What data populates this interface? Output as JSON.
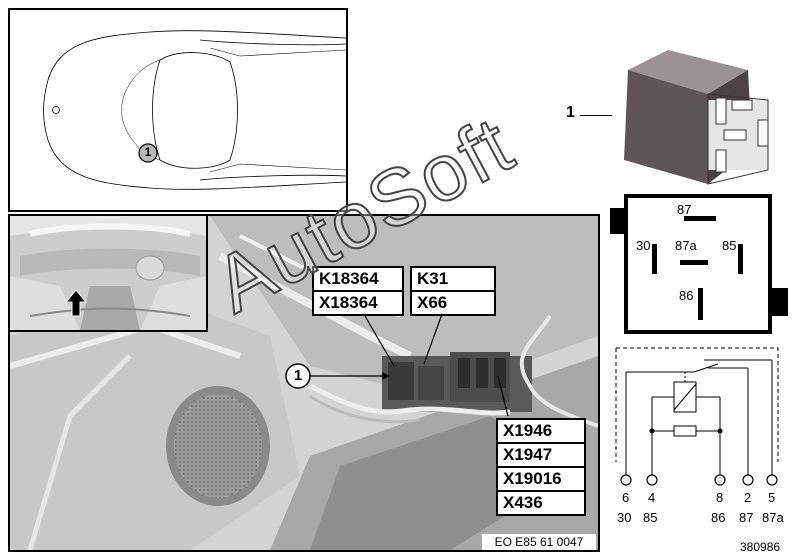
{
  "car_view": {
    "callout": "1"
  },
  "photo": {
    "callout": "1",
    "labels_left": [
      "K18364",
      "X18364"
    ],
    "labels_right": [
      "K31",
      "X66"
    ],
    "labels_bottom": [
      "X1946",
      "X1947",
      "X19016",
      "X436"
    ],
    "ref_code": "EO E85 61 0047"
  },
  "relay": {
    "callout": "1",
    "pin_top": "87",
    "pin_left": "30",
    "pin_center": "87a",
    "pin_right": "85",
    "pin_bottom": "86"
  },
  "schematic": {
    "pins_top": [
      "6",
      "4",
      "8",
      "2",
      "5"
    ],
    "pins_bottom": [
      "30",
      "85",
      "86",
      "87",
      "87a"
    ]
  },
  "watermark": "AutoSoft",
  "image_number": "380986"
}
